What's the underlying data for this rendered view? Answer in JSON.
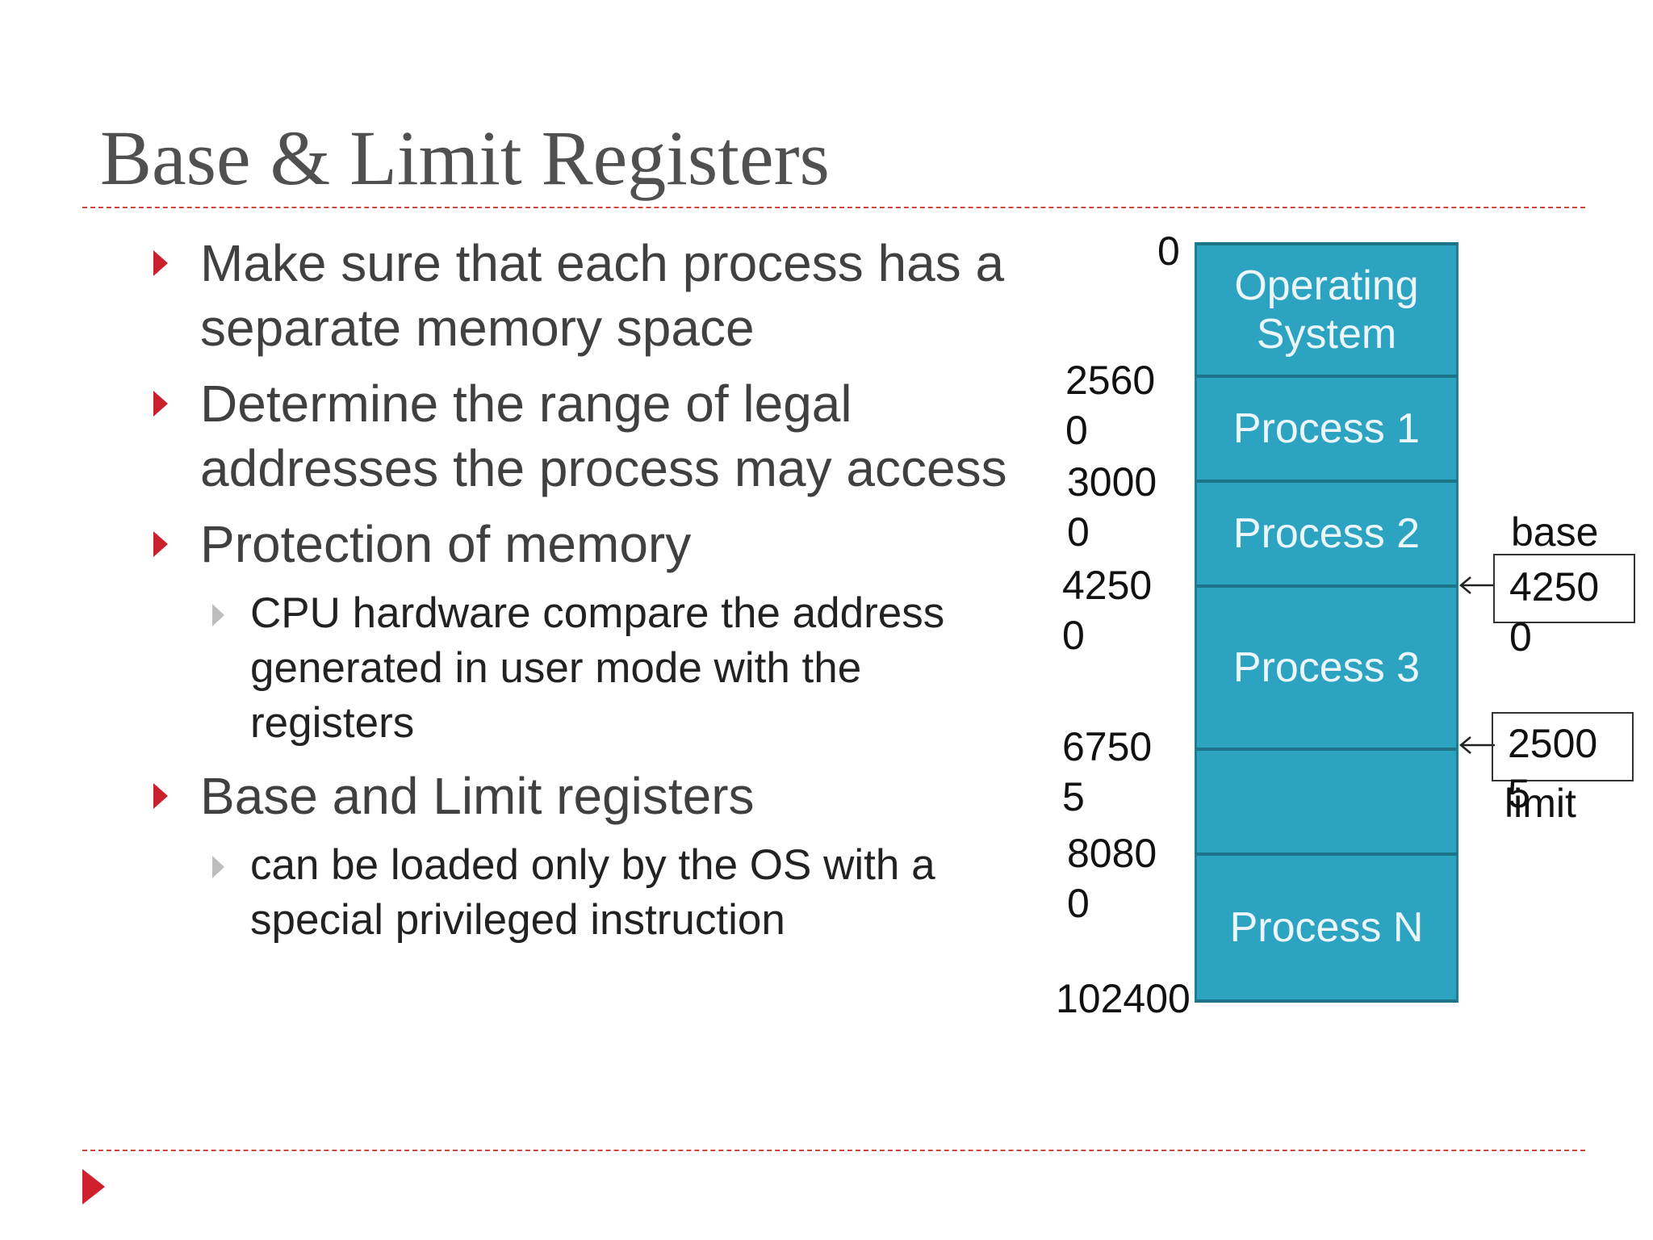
{
  "slide": {
    "title": "Base & Limit Registers",
    "bullets": [
      {
        "text": "Make sure that each process has a separate memory space",
        "sub": []
      },
      {
        "text": "Determine the range of legal addresses the process may access",
        "sub": []
      },
      {
        "text": "Protection of memory",
        "sub": [
          "CPU hardware compare the address generated in user mode with the registers"
        ]
      },
      {
        "text": "Base and Limit registers",
        "sub": [
          "can be loaded only by the OS with a special privileged instruction"
        ]
      }
    ]
  },
  "memory": {
    "blocks": [
      "Operating System",
      "Process 1",
      "Process 2",
      "Process 3",
      "",
      "Process N"
    ],
    "addresses": [
      {
        "line1": "0",
        "line2": ""
      },
      {
        "line1": "2560",
        "line2": "0"
      },
      {
        "line1": "3000",
        "line2": "0"
      },
      {
        "line1": "4250",
        "line2": "0"
      },
      {
        "line1": "6750",
        "line2": "5"
      },
      {
        "line1": "8080",
        "line2": "0"
      },
      {
        "line1": "102400",
        "line2": ""
      }
    ]
  },
  "registers": {
    "base_label": "base",
    "base_line1": "4250",
    "base_line2": "0",
    "limit_label": "limit",
    "limit_line1": "2500",
    "limit_line2": "5"
  },
  "colors": {
    "accent": "#c9202e",
    "memory_fill": "#2ca3c0"
  }
}
